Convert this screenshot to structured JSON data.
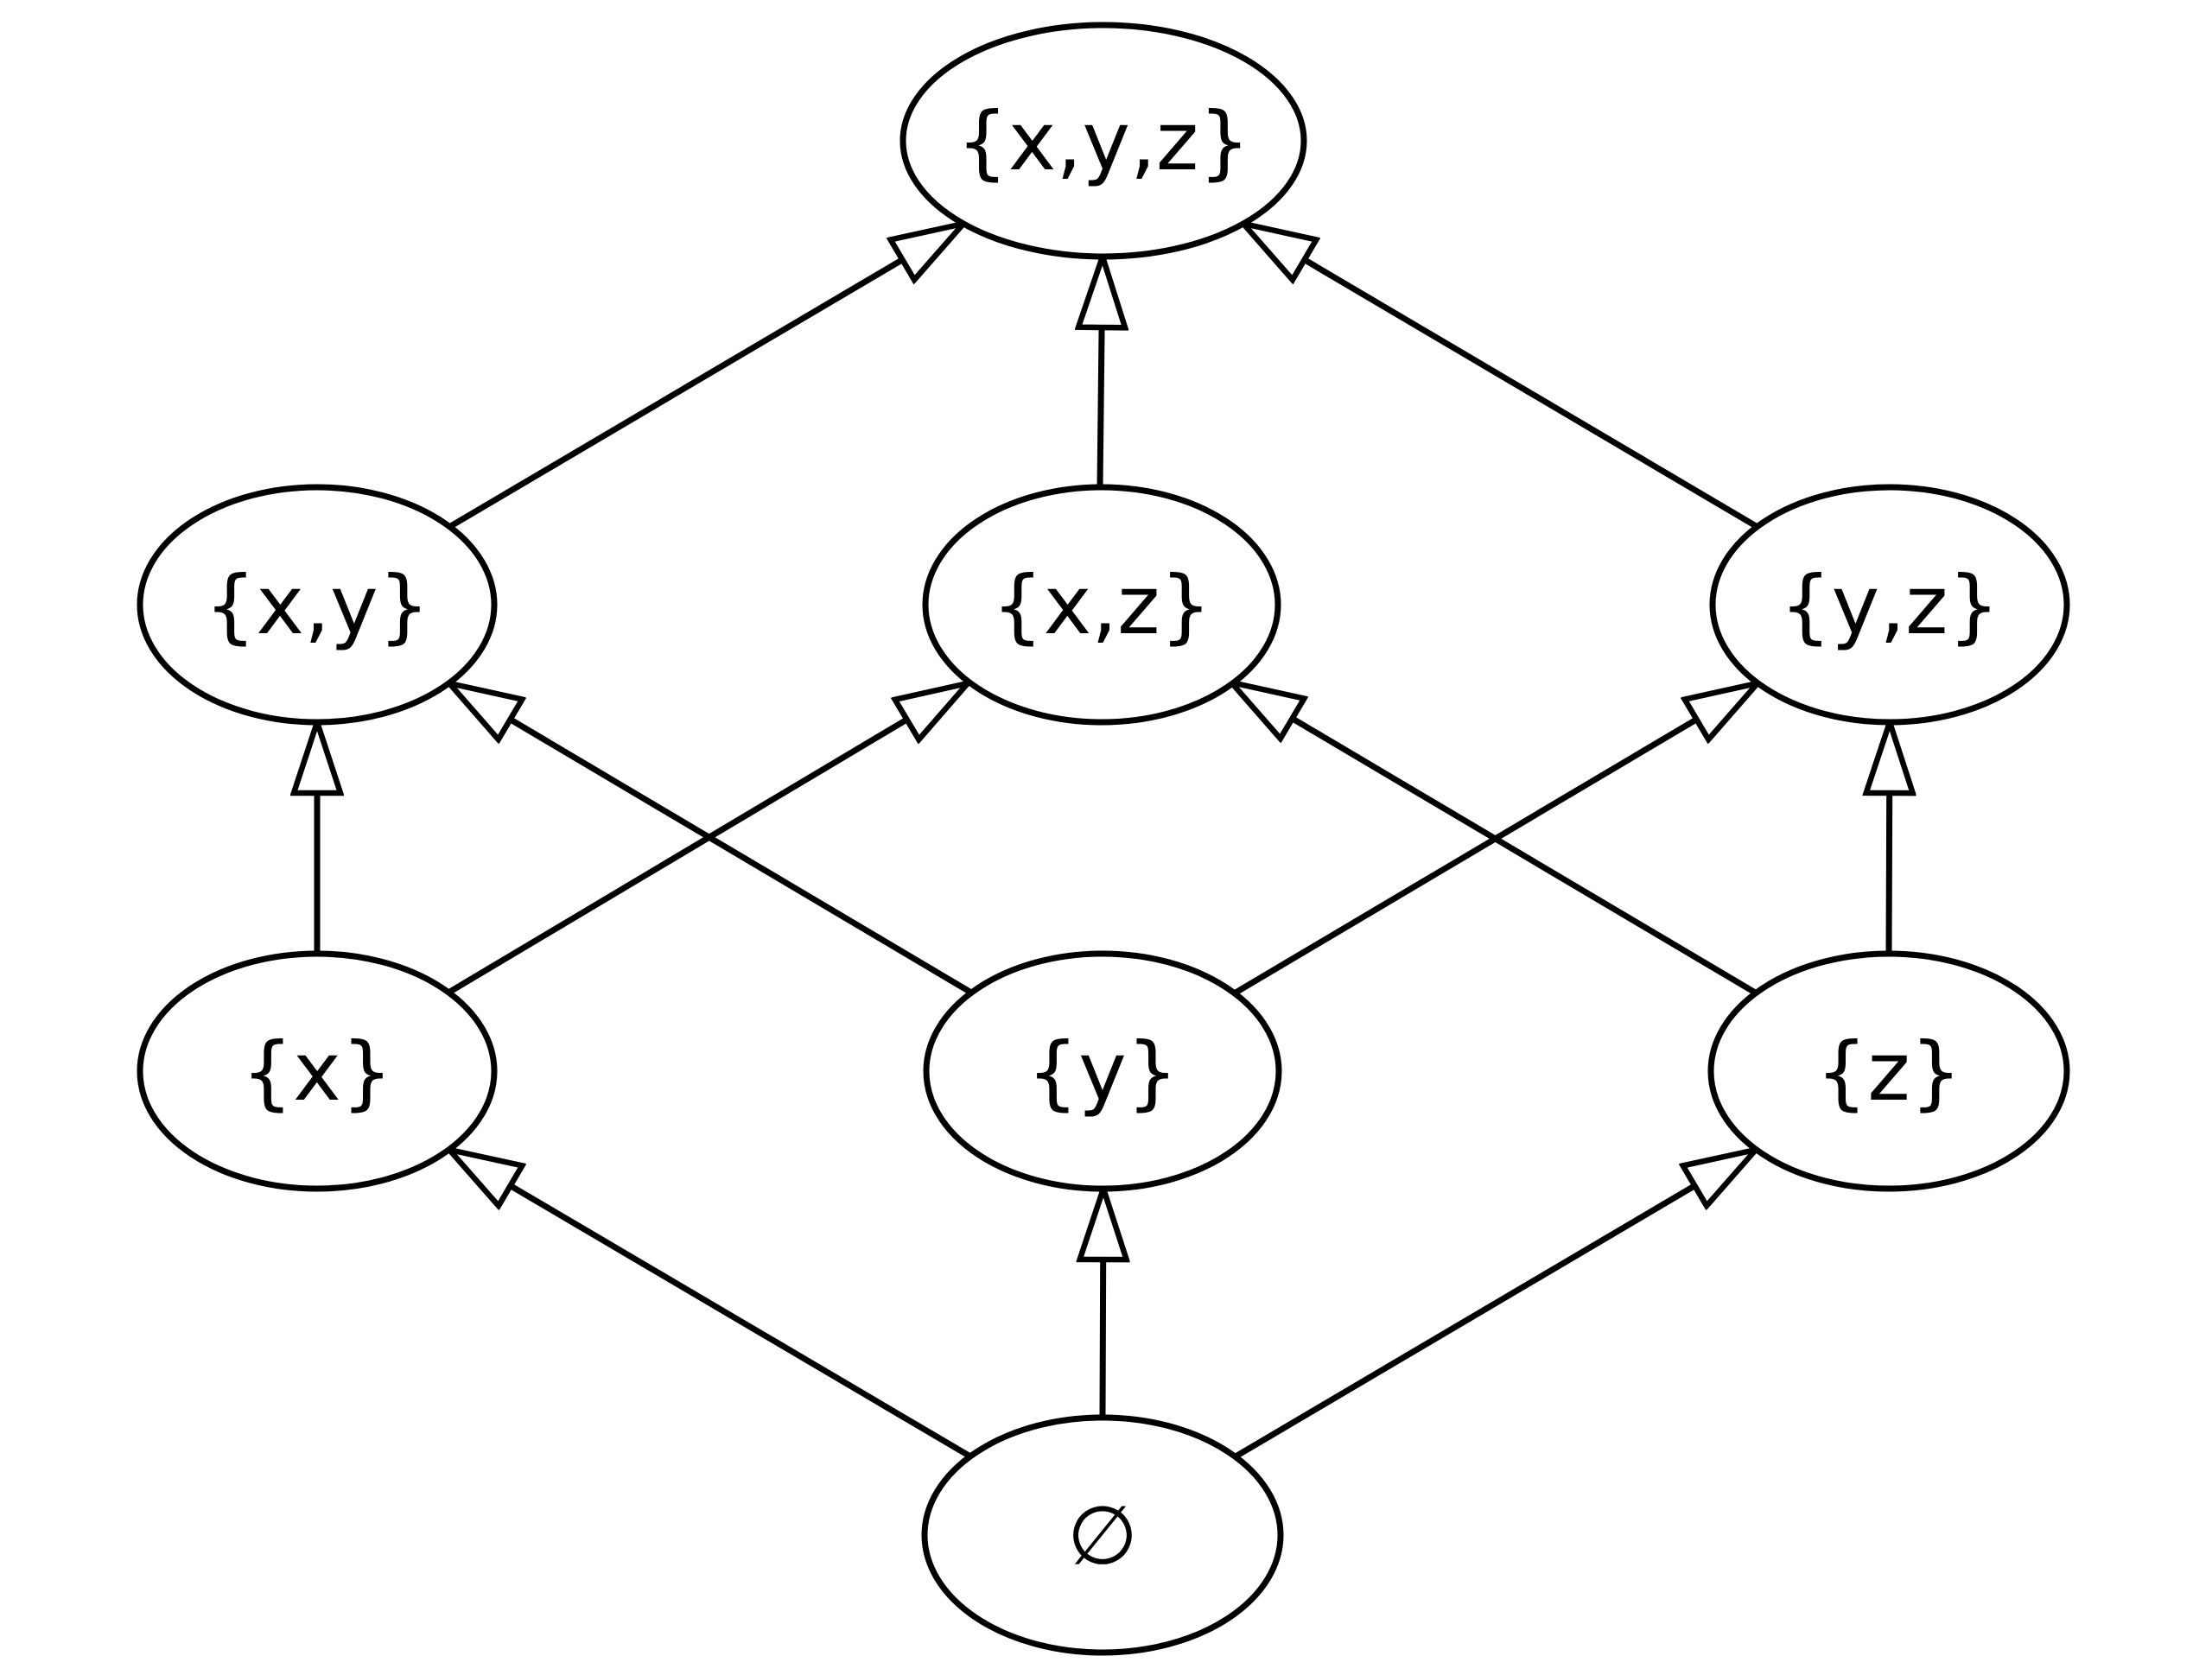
{
  "colors": {
    "background": "#ffffff",
    "stroke": "#000000",
    "node_fill": "#ffffff",
    "text": "#000000",
    "arrowhead_fill": "#ffffff"
  },
  "graph": {
    "type": "hasse-diagram",
    "description_of_arrowhead": "hollow-triangle",
    "nodes": [
      {
        "id": "xyz",
        "label": "{x,y,z}"
      },
      {
        "id": "xy",
        "label": "{x,y}"
      },
      {
        "id": "xz",
        "label": "{x,z}"
      },
      {
        "id": "yz",
        "label": "{y,z}"
      },
      {
        "id": "x",
        "label": "{x}"
      },
      {
        "id": "y",
        "label": "{y}"
      },
      {
        "id": "z",
        "label": "{z}"
      },
      {
        "id": "empty",
        "label": "∅"
      }
    ],
    "edges": [
      {
        "from": "empty",
        "to": "x"
      },
      {
        "from": "empty",
        "to": "y"
      },
      {
        "from": "empty",
        "to": "z"
      },
      {
        "from": "x",
        "to": "xy"
      },
      {
        "from": "x",
        "to": "xz"
      },
      {
        "from": "y",
        "to": "xy"
      },
      {
        "from": "y",
        "to": "yz"
      },
      {
        "from": "z",
        "to": "xz"
      },
      {
        "from": "z",
        "to": "yz"
      },
      {
        "from": "xy",
        "to": "xyz"
      },
      {
        "from": "xz",
        "to": "xyz"
      },
      {
        "from": "yz",
        "to": "xyz"
      }
    ]
  }
}
